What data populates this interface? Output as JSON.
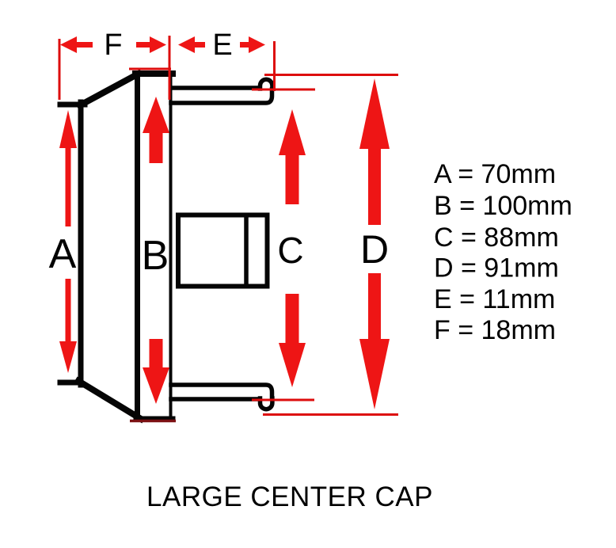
{
  "caption": "LARGE CENTER CAP",
  "dimension_labels": {
    "A": "A",
    "B": "B",
    "C": "C",
    "D": "D",
    "E": "E",
    "F": "F"
  },
  "spec_list": [
    {
      "label": "A",
      "value": "70mm",
      "text": "A = 70mm"
    },
    {
      "label": "B",
      "value": "100mm",
      "text": "B = 100mm"
    },
    {
      "label": "C",
      "value": "88mm",
      "text": "C = 88mm"
    },
    {
      "label": "D",
      "value": "91mm",
      "text": "D = 91mm"
    },
    {
      "label": "E",
      "value": "11mm",
      "text": "E = 11mm"
    },
    {
      "label": "F",
      "value": "18mm",
      "text": "F = 18mm"
    }
  ],
  "colors": {
    "arrow_red": "#ee1515",
    "line_red": "#dd0d0d",
    "dark_red": "#7c1113",
    "outline_black": "#050505",
    "background": "#ffffff"
  }
}
